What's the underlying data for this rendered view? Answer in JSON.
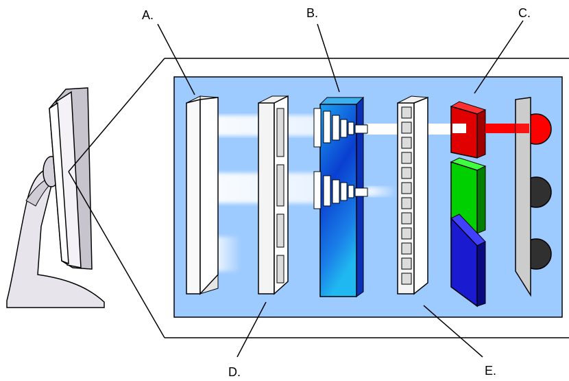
{
  "labels": {
    "a": "A.",
    "b": "B.",
    "c": "C.",
    "d": "D.",
    "e": "E."
  },
  "colors": {
    "panel": "#9ecbff",
    "red_filter": "#e00000",
    "green_filter": "#00d000",
    "blue_filter": "#1a1ad0",
    "liquid_crystal_top": "#1a7fe8",
    "liquid_crystal_bottom": "#0a20b0",
    "lit_dot": "#ff0000",
    "unlit_dot": "#303030",
    "monitor": "#e8e4ec"
  },
  "icons": {
    "monitor": "lcd-monitor-side-icon"
  }
}
